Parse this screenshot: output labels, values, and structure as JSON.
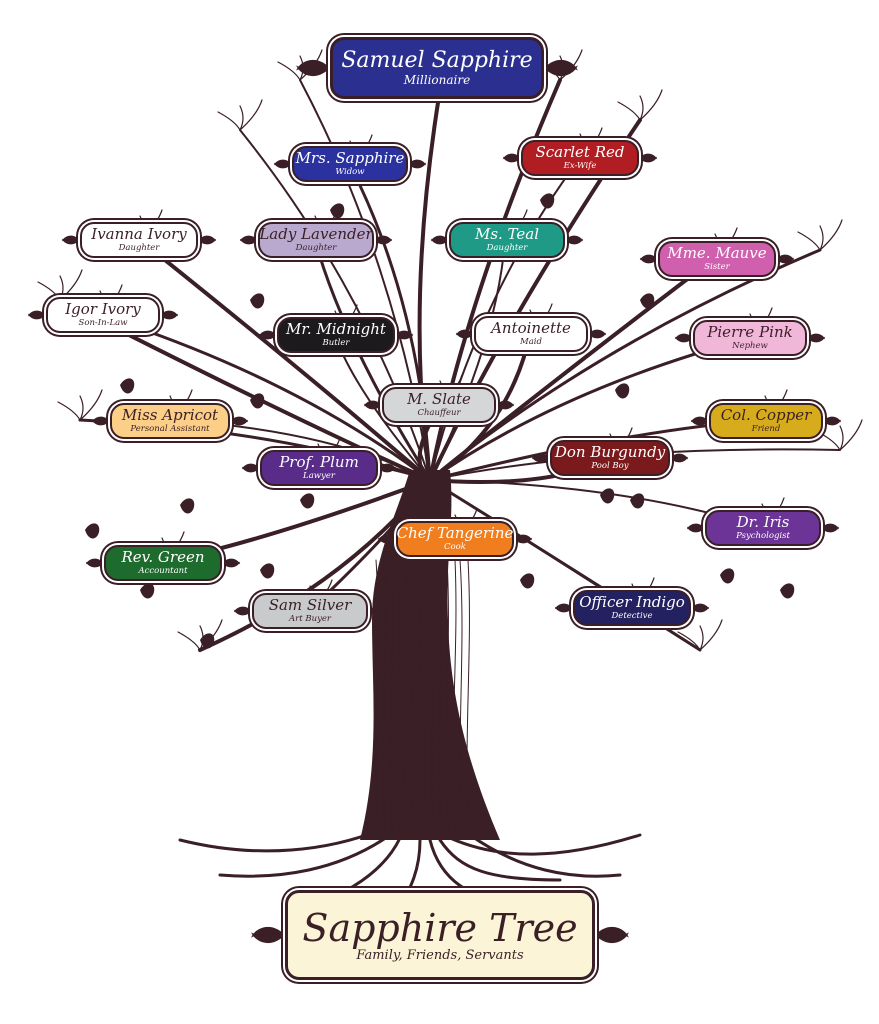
{
  "root": {
    "name": "Samuel Sapphire",
    "role": "Millionaire",
    "color": "#2b2f8f",
    "text": "#ffffff"
  },
  "title": {
    "main": "Sapphire Tree",
    "sub": "Family, Friends, Servants",
    "color": "#fbf4d6"
  },
  "trunk_color": "#3a1f26",
  "members": [
    {
      "name": "Mrs. Sapphire",
      "role": "Widow",
      "color": "#2b32a0",
      "text": "#ffffff"
    },
    {
      "name": "Scarlet Red",
      "role": "Ex-Wife",
      "color": "#b01e24",
      "text": "#ffffff"
    },
    {
      "name": "Ivanna Ivory",
      "role": "Daughter",
      "color": "#ffffff",
      "text": "#3a1f26"
    },
    {
      "name": "Lady Lavender",
      "role": "Daughter",
      "color": "#b9a9cf",
      "text": "#3a1f26"
    },
    {
      "name": "Ms. Teal",
      "role": "Daughter",
      "color": "#1f9a86",
      "text": "#ffffff"
    },
    {
      "name": "Mme. Mauve",
      "role": "Sister",
      "color": "#d05fae",
      "text": "#ffffff"
    },
    {
      "name": "Igor Ivory",
      "role": "Son-In-Law",
      "color": "#ffffff",
      "text": "#3a1f26"
    },
    {
      "name": "Mr. Midnight",
      "role": "Butler",
      "color": "#1c1a1c",
      "text": "#ffffff"
    },
    {
      "name": "Antoinette",
      "role": "Maid",
      "color": "#ffffff",
      "text": "#3a1f26"
    },
    {
      "name": "Pierre Pink",
      "role": "Nephew",
      "color": "#f0b7d9",
      "text": "#3a1f26"
    },
    {
      "name": "Miss Apricot",
      "role": "Personal Assistant",
      "color": "#fbcf88",
      "text": "#3a1f26"
    },
    {
      "name": "M. Slate",
      "role": "Chauffeur",
      "color": "#d5d6d8",
      "text": "#3a1f26"
    },
    {
      "name": "Col. Copper",
      "role": "Friend",
      "color": "#d7ac1c",
      "text": "#3a1f26"
    },
    {
      "name": "Prof. Plum",
      "role": "Lawyer",
      "color": "#5a2c8a",
      "text": "#ffffff"
    },
    {
      "name": "Don Burgundy",
      "role": "Pool Boy",
      "color": "#7a1a1c",
      "text": "#ffffff"
    },
    {
      "name": "Chef Tangerine",
      "role": "Cook",
      "color": "#f07d1e",
      "text": "#ffffff"
    },
    {
      "name": "Dr. Iris",
      "role": "Psychologist",
      "color": "#6d3497",
      "text": "#ffffff"
    },
    {
      "name": "Rev. Green",
      "role": "Accountant",
      "color": "#1e6b2e",
      "text": "#ffffff"
    },
    {
      "name": "Sam Silver",
      "role": "Art Buyer",
      "color": "#c9cacc",
      "text": "#3a1f26"
    },
    {
      "name": "Officer Indigo",
      "role": "Detective",
      "color": "#23215f",
      "text": "#ffffff"
    }
  ]
}
